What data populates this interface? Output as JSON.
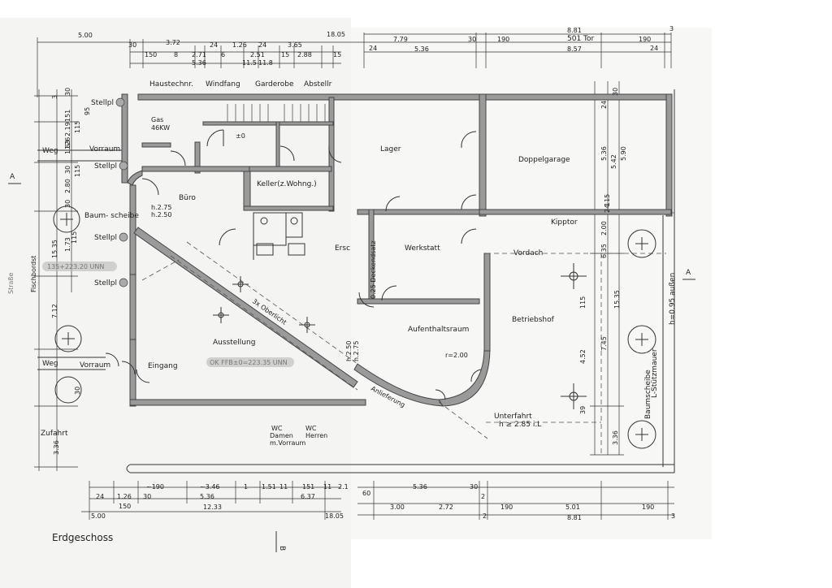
{
  "plan": {
    "title": "Erdgeschoss",
    "section_marks": {
      "a_left": "A",
      "a_right": "A",
      "b": "B"
    },
    "rooms": {
      "haustechn": "Haustechnr.",
      "windfang": "Windfang",
      "garderobe": "Garderobe",
      "abstellr": "Abstellr",
      "gas": "Gas",
      "gas_power": "46KW",
      "vorraum_top": "Vorraum",
      "buero": "Büro",
      "buero_h1": "h.2.75",
      "buero_h2": "h.2.50",
      "keller": "Keller(z.Wohng.)",
      "lager": "Lager",
      "doppelgarage": "Doppelgarage",
      "werkstatt": "Werkstatt",
      "kipptor": "Kipptor",
      "vordach": "Vordach",
      "erso": "Ersc",
      "deckendsatz": "0.25 Deckendsatz",
      "ausstellung": "Ausstellung",
      "oberlicht": "3x Oberlicht",
      "aufenthaltsraum": "Aufenthaltsraum",
      "radius": "r=2.00",
      "betriebshof": "Betriebshof",
      "eingang": "Eingang",
      "vorraum_bottom": "Vorraum",
      "anlieferung": "Anlieferung",
      "unterfahrt": "Unterfahrt",
      "unterfahrt_h": "h ≥ 2.85 i.L",
      "wc_damen_1": "WC",
      "wc_damen_2": "Damen",
      "wc_damen_3": "m.Vorraum",
      "wc_herren_1": "WC",
      "wc_herren_2": "Herren",
      "ok_ffb": "OK FFB±0=223.35 UNN",
      "nn_left": "135+223.20 UNN",
      "aus_h1": "h.2.50",
      "aus_h2": "h.2.75",
      "plus_zero": "±0"
    },
    "outside": {
      "strasse": "Straße",
      "fischbordst": "Fischbordst",
      "weg_top": "Weg",
      "weg_bottom": "Weg",
      "zufahrt": "Zufahrt",
      "baumscheibe_left": "Baum-\nscheibe",
      "baumscheibe_right": "Baumscheibe",
      "l_stuetzmauer": "L-Stützmauer",
      "stuetzmauer_h": "h=0.95 außen",
      "stellpl": [
        "Stellpl",
        "Stellpl",
        "Stellpl",
        "Stellpl"
      ],
      "tor": "501 Tor"
    },
    "dims_top_row1": [
      "5.00",
      "30",
      "3.72",
      "24",
      "1.26",
      "24",
      "3.65",
      "18.05",
      "7.79",
      "30",
      "190",
      "8.81",
      "190",
      "3"
    ],
    "dims_top_row2": [
      "150",
      "8",
      "2.71",
      "6",
      "2.51",
      "15",
      "2.88",
      "15",
      "24",
      "5.36",
      "8.57",
      "24"
    ],
    "dims_top_row3": [
      "5.36",
      "11.5",
      "11.8"
    ],
    "dims_bottom_row1": [
      "24",
      "1.26",
      "30",
      "~190",
      "~3.46",
      "1",
      "1.51",
      "11",
      "151",
      "11",
      "2.1",
      "60",
      "5.36",
      "30"
    ],
    "dims_bottom_row2": [
      "150",
      "5.36",
      "6.37",
      "3.00",
      "2.72",
      "2",
      "190",
      "5.01",
      "190"
    ],
    "dims_bottom_row3": [
      "5.00",
      "12.33",
      "18.05",
      "2",
      "8.81",
      "3"
    ],
    "dims_left": [
      "3",
      "30",
      "151",
      "95",
      "115",
      "2.19",
      "1.63",
      "126",
      "30",
      "115",
      "2.80",
      "1.73",
      "30",
      "115",
      "15.35",
      "7.12",
      "30",
      "3.36"
    ],
    "dims_right": [
      "30",
      "24",
      "5.36",
      "5.42",
      "5.90",
      "115",
      "24",
      "2.00",
      "6.35",
      "15.35",
      "115",
      "7.45",
      "4.52",
      "39",
      "3.36"
    ]
  }
}
